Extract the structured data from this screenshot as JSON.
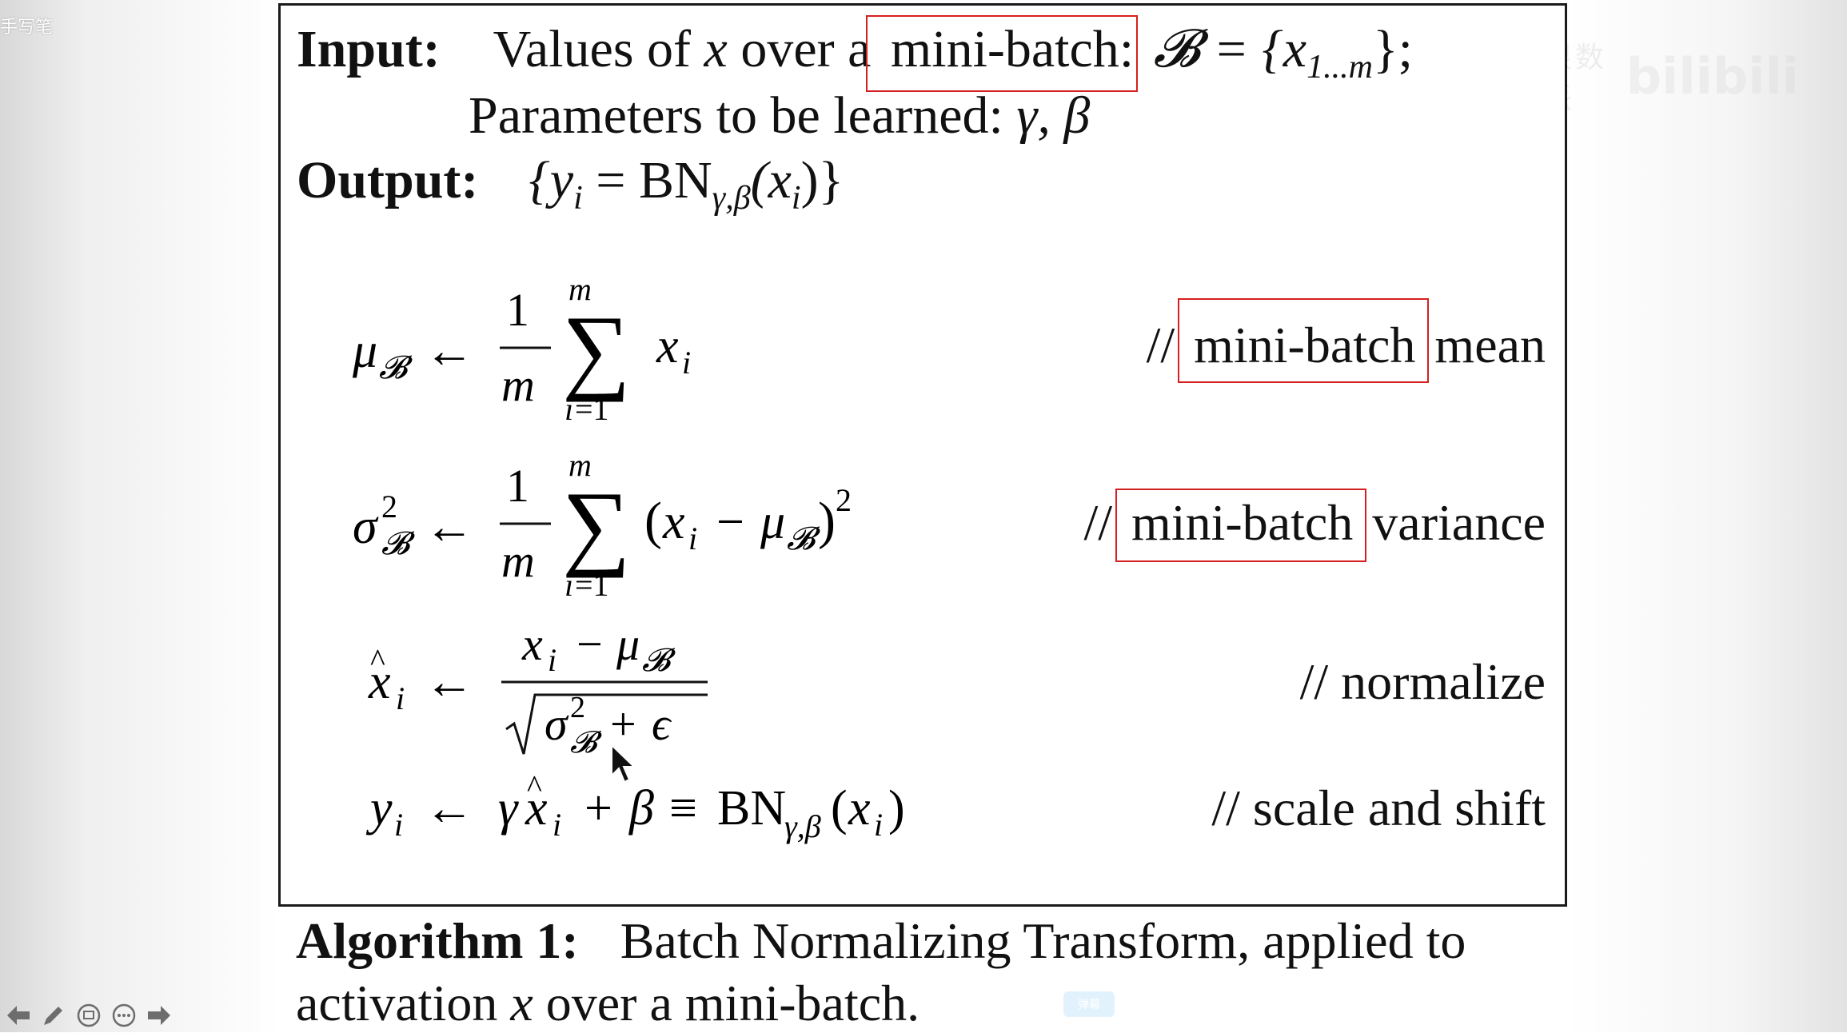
{
  "corner_label": "手写笔",
  "watermark": {
    "text": "哥廷根数学学派",
    "logo": "bilibili"
  },
  "algorithm": {
    "input_label": "Input:",
    "input_text_pre": "Values of",
    "input_var": "x",
    "input_text_post": "over a",
    "input_highlight": "mini-batch:",
    "input_set": "𝓑 = {x",
    "input_set_sub": "1...m",
    "input_set_end": "};",
    "params_text": "Parameters to be learned:",
    "params_vars": "γ, β",
    "output_label": "Output:",
    "output_expr": "{y",
    "output_expr_sub_i": "i",
    "output_expr_mid": " = BN",
    "output_expr_sub": "γ,β",
    "output_expr_end": "(x",
    "output_expr_close": ")}",
    "comments": {
      "mean_prefix": "//",
      "mean_highlight": "mini-batch",
      "mean_suffix": "mean",
      "var_prefix": "//",
      "var_highlight": "mini-batch",
      "var_suffix": "variance",
      "normalize": "// normalize",
      "scale": "// scale and shift"
    }
  },
  "caption": {
    "label": "Algorithm 1:",
    "text1": "Batch Normalizing Transform, applied to",
    "text2_pre": "activation",
    "text2_var": "x",
    "text2_post": "over a mini-batch."
  },
  "toolbar": {
    "prev_icon": "arrow-left-icon",
    "pen_icon": "pen-icon",
    "slides_icon": "slides-icon",
    "more_icon": "more-icon",
    "next_icon": "arrow-right-icon"
  },
  "bubble_text": "弹幕"
}
